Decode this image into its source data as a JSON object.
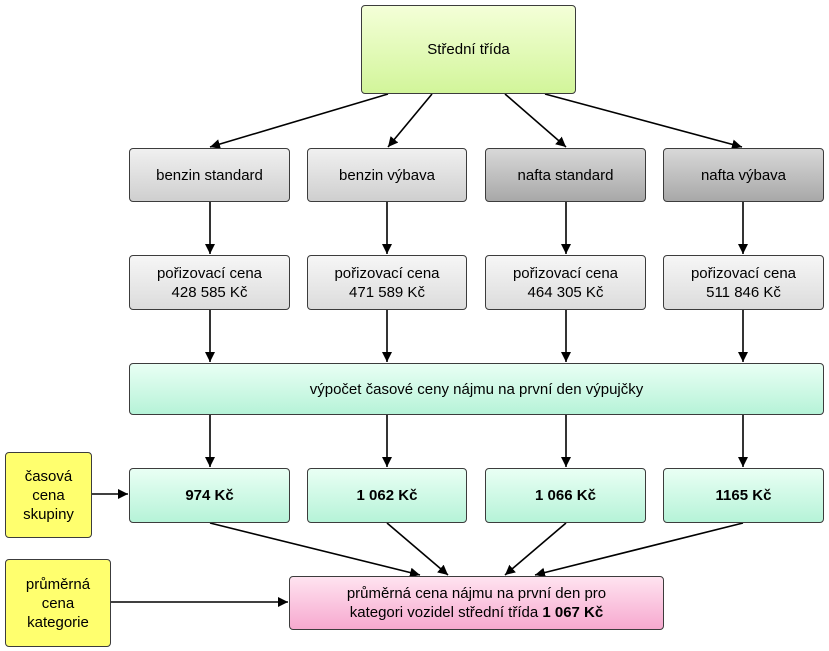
{
  "root": {
    "label": "Střední třída"
  },
  "categories": [
    {
      "label": "benzin standard"
    },
    {
      "label": "benzin výbava"
    },
    {
      "label": "nafta standard"
    },
    {
      "label": "nafta výbava"
    }
  ],
  "purchase_prices": [
    {
      "line1": "pořizovací cena",
      "line2": "428 585 Kč"
    },
    {
      "line1": "pořizovací cena",
      "line2": "471 589 Kč"
    },
    {
      "line1": "pořizovací cena",
      "line2": "464 305 Kč"
    },
    {
      "line1": "pořizovací cena",
      "line2": "511 846 Kč"
    }
  ],
  "calculation": {
    "label": "výpočet časové ceny nájmu na první den výpujčky"
  },
  "group_prices": [
    {
      "value": "974 Kč"
    },
    {
      "value": "1 062 Kč"
    },
    {
      "value": "1 066 Kč"
    },
    {
      "value": "1165 Kč"
    }
  ],
  "average": {
    "line1": "průměrná cena nájmu na  první den pro",
    "line2_prefix": "kategori vozidel střední třída ",
    "line2_value": "1 067 Kč"
  },
  "side_labels": {
    "group": {
      "line1": "časová",
      "line2": "cena",
      "line3": "skupiny"
    },
    "category": {
      "line1": "průměrná",
      "line2": "cena",
      "line3": "kategorie"
    }
  },
  "colors": {
    "root": "#d2f59a",
    "category_light": "#cfcfcf",
    "category_dark": "#a8a8a8",
    "calculation": "#b6f3d8",
    "average": "#f6a9cf",
    "side_label": "#ffff6e"
  }
}
